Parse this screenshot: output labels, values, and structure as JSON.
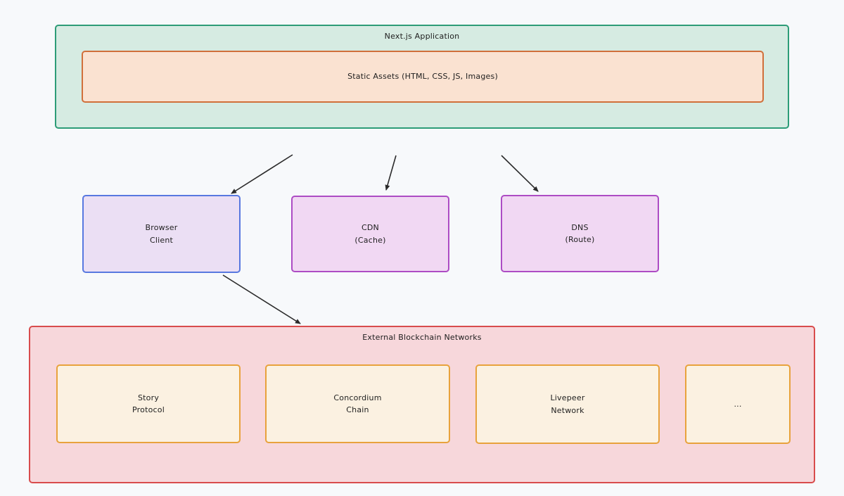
{
  "diagram": {
    "title_hint": "Next.js static-export deployment architecture",
    "colors": {
      "page_background": "#f7f9fb",
      "green_container_border": "#2d9c77",
      "green_container_fill": "#d6ebe2",
      "orange_box_border": "#d06f3a",
      "orange_box_fill": "#fae2d1",
      "blue_box_border": "#5878e0",
      "blue_box_fill": "#ebdff4",
      "purple_box_border": "#ad4cc4",
      "purple_box_fill": "#f1d8f3",
      "red_container_border": "#d84c4c",
      "red_container_fill": "#f7d7db",
      "cream_box_border": "#e8a23c",
      "cream_box_fill": "#fbf1e1",
      "arrow": "#2b2b2b",
      "text": "#1e1e1e"
    },
    "nodes": {
      "nextjs_app": {
        "label": "Next.js Application"
      },
      "static_assets": {
        "label": "Static Assets (HTML, CSS, JS, Images)"
      },
      "browser_client": {
        "label": "Browser\nClient"
      },
      "cdn": {
        "label": "CDN\n(Cache)"
      },
      "dns": {
        "label": "DNS\n(Route)"
      },
      "external_networks": {
        "label": "External Blockchain Networks"
      },
      "story_protocol": {
        "label": "Story\nProtocol"
      },
      "concordium_chain": {
        "label": "Concordium\nChain"
      },
      "livepeer_network": {
        "label": "Livepeer\nNetwork"
      },
      "more_networks": {
        "label": "..."
      }
    },
    "edges": [
      {
        "from": "nextjs_app",
        "to": "browser_client"
      },
      {
        "from": "nextjs_app",
        "to": "cdn"
      },
      {
        "from": "nextjs_app",
        "to": "dns"
      },
      {
        "from": "browser_client",
        "to": "external_networks"
      }
    ]
  }
}
